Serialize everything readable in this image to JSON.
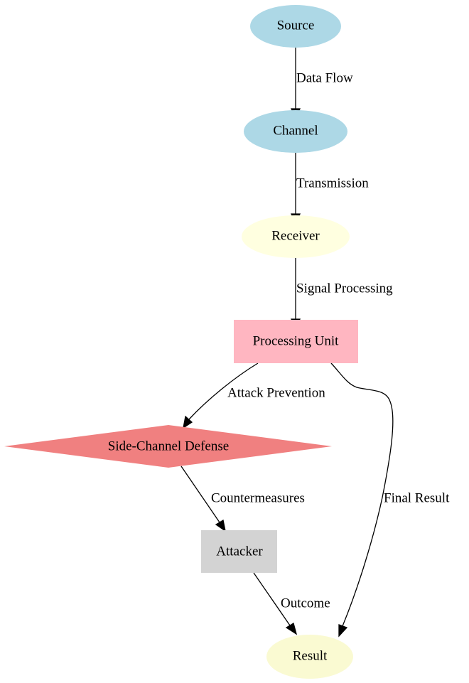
{
  "nodes": {
    "source": {
      "label": "Source",
      "color": "#ADD8E6",
      "shape": "ellipse"
    },
    "channel": {
      "label": "Channel",
      "color": "#ADD8E6",
      "shape": "ellipse"
    },
    "receiver": {
      "label": "Receiver",
      "color": "#FFFFE0",
      "shape": "ellipse"
    },
    "processing_unit": {
      "label": "Processing Unit",
      "color": "#FFB6C1",
      "shape": "box"
    },
    "side_channel_defense": {
      "label": "Side-Channel Defense",
      "color": "#F08080",
      "shape": "diamond"
    },
    "attacker": {
      "label": "Attacker",
      "color": "#D3D3D3",
      "shape": "box"
    },
    "result": {
      "label": "Result",
      "color": "#FAFAD2",
      "shape": "ellipse"
    }
  },
  "edges": {
    "source_channel": {
      "label": "Data Flow"
    },
    "channel_receiver": {
      "label": "Transmission"
    },
    "receiver_processing": {
      "label": "Signal Processing"
    },
    "processing_defense": {
      "label": "Attack Prevention"
    },
    "defense_attacker": {
      "label": "Countermeasures"
    },
    "attacker_result": {
      "label": "Outcome"
    },
    "processing_result": {
      "label": "Final Result"
    }
  }
}
